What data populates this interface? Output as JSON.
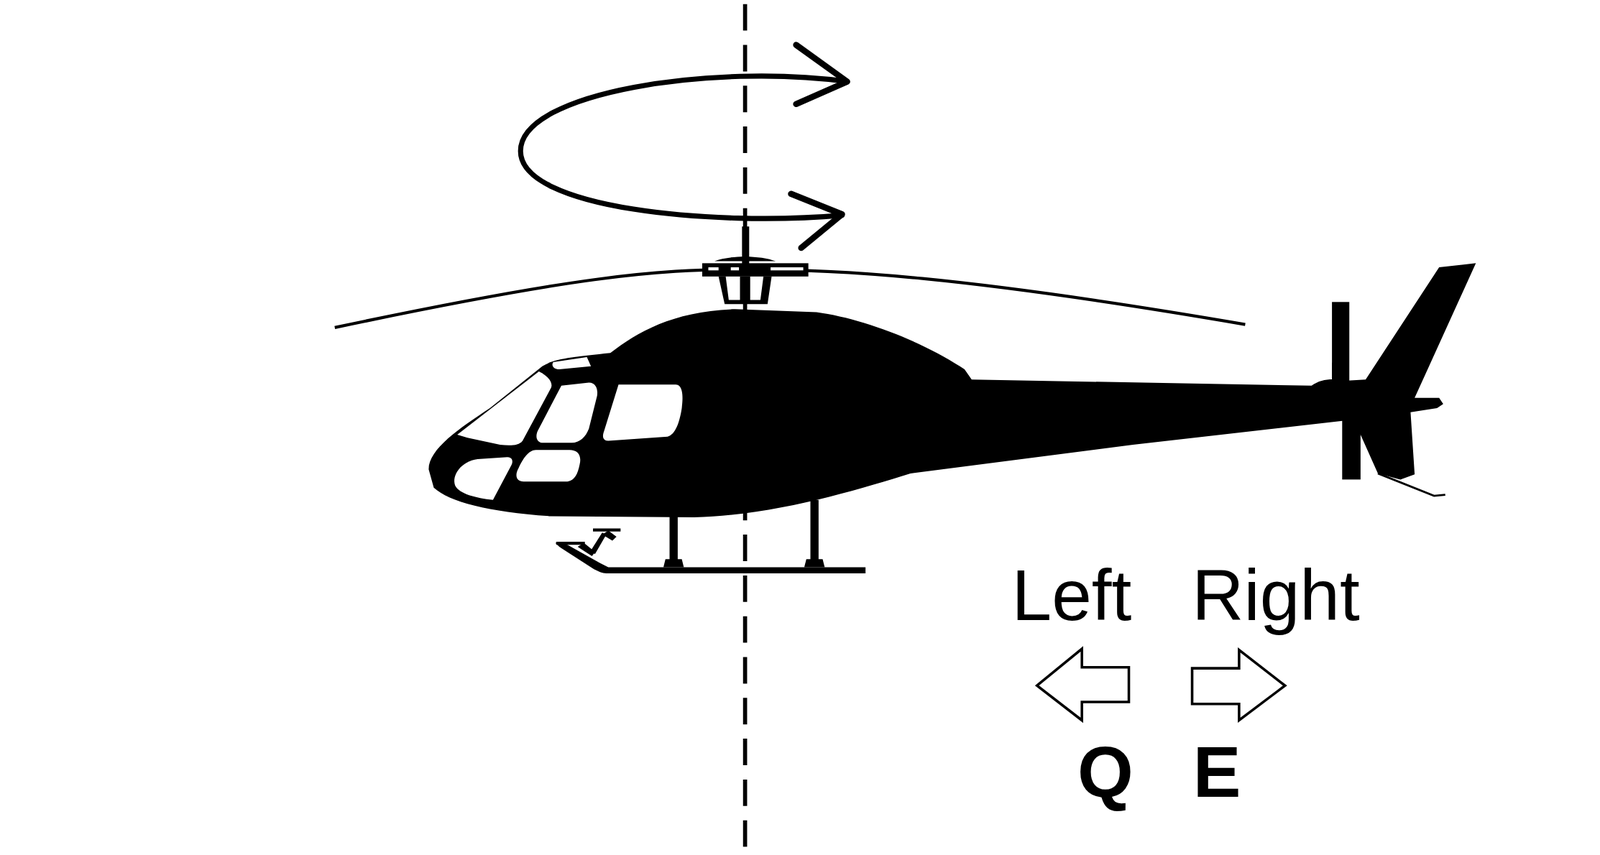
{
  "diagram": {
    "labels": [
      "Left",
      "Right",
      "Q",
      "E"
    ]
  }
}
